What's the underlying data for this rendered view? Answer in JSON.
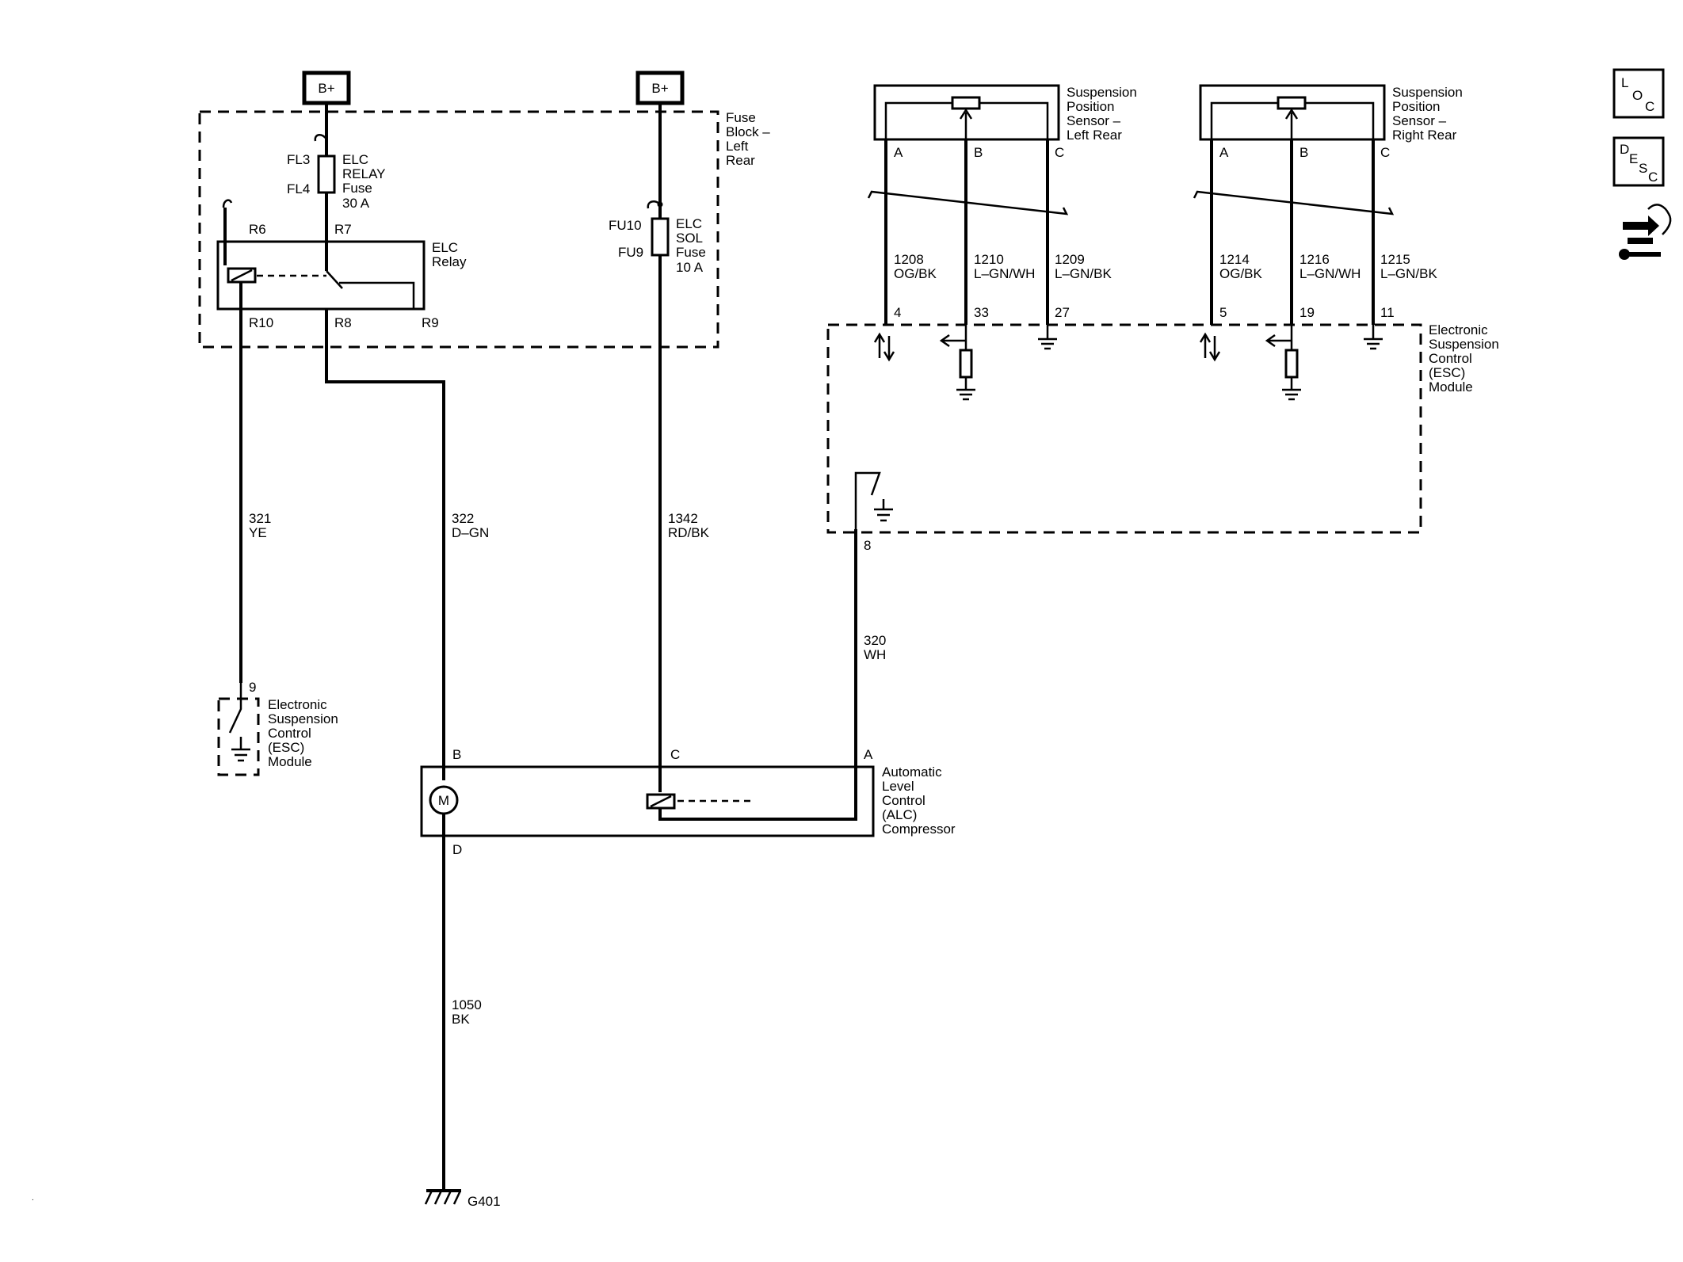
{
  "labels": {
    "bplus": "B+",
    "fuse_block_1": "Fuse",
    "fuse_block_2": "Block –",
    "fuse_block_3": "Left",
    "fuse_block_4": "Rear",
    "fl3": "FL3",
    "fl4": "FL4",
    "relay_fuse_1": "ELC",
    "relay_fuse_2": "RELAY",
    "relay_fuse_3": "Fuse",
    "relay_fuse_4": "30 A",
    "fu10": "FU10",
    "fu9": "FU9",
    "sol_fuse_1": "ELC",
    "sol_fuse_2": "SOL",
    "sol_fuse_3": "Fuse",
    "sol_fuse_4": "10 A",
    "r6": "R6",
    "r7": "R7",
    "r8": "R8",
    "r9": "R9",
    "r10": "R10",
    "relay_1": "ELC",
    "relay_2": "Relay",
    "w321_num": "321",
    "w321_col": "YE",
    "w322_num": "322",
    "w322_col": "D–GN",
    "w1342_num": "1342",
    "w1342_col": "RD/BK",
    "w320_num": "320",
    "w320_col": "WH",
    "w1050_num": "1050",
    "w1050_col": "BK",
    "pin9": "9",
    "pin8": "8",
    "esc_1": "Electronic",
    "esc_2": "Suspension",
    "esc_3": "Control",
    "esc_4": "(ESC)",
    "esc_5": "Module",
    "comp_1": "Automatic",
    "comp_2": "Level",
    "comp_3": "Control",
    "comp_4": "(ALC)",
    "comp_5": "Compressor",
    "pin_b": "B",
    "pin_c": "C",
    "pin_a": "A",
    "pin_d": "D",
    "motor": "M",
    "g401": "G401",
    "sl_1": "Suspension",
    "sl_2": "Position",
    "sl_3": "Sensor –",
    "sl_4": "Left Rear",
    "sr_1": "Suspension",
    "sr_2": "Position",
    "sr_3": "Sensor –",
    "sr_4": "Right Rear",
    "pA": "A",
    "pB": "B",
    "pC": "C",
    "w1208_num": "1208",
    "w1208_col": "OG/BK",
    "w1210_num": "1210",
    "w1210_col": "L–GN/WH",
    "w1209_num": "1209",
    "w1209_col": "L–GN/BK",
    "w1214_num": "1214",
    "w1214_col": "OG/BK",
    "w1216_num": "1216",
    "w1216_col": "L–GN/WH",
    "w1215_num": "1215",
    "w1215_col": "L–GN/BK",
    "pin4": "4",
    "pin33": "33",
    "pin27": "27",
    "pin5": "5",
    "pin19": "19",
    "pin11": "11",
    "loc_1": "L",
    "loc_2": "O",
    "loc_3": "C",
    "desc_1": "D",
    "desc_2": "E",
    "desc_3": "S",
    "desc_4": "C"
  },
  "icons": [
    "loc-icon",
    "desc-icon",
    "connector-repair-icon"
  ]
}
